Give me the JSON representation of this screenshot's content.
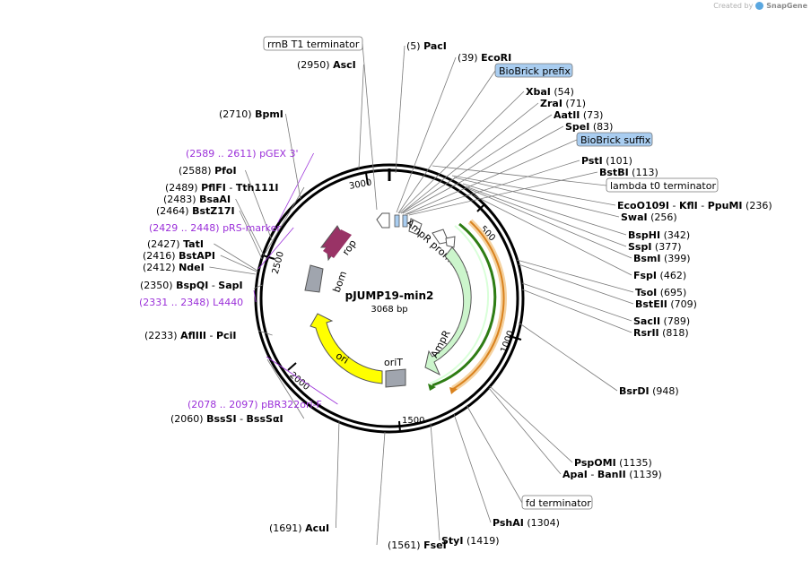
{
  "branding": {
    "created_by": "Created by",
    "product": "SnapGene"
  },
  "plasmid": {
    "name": "pJUMP19-min2",
    "size": "3068 bp"
  },
  "tick_labels": [
    "3000",
    "500",
    "2500",
    "1000",
    "2000",
    "1500"
  ],
  "enzymes": [
    {
      "id": "e1",
      "pos": "(5)",
      "name": "PacI",
      "color": "#000000"
    },
    {
      "id": "e2",
      "pos": "(39)",
      "name": "EcoRI",
      "color": "#000000"
    },
    {
      "id": "e3",
      "label": "BioBrick prefix",
      "fill": "#a9cdf0"
    },
    {
      "id": "e4",
      "pos": "(54)",
      "name": "XbaI",
      "color": "#000000"
    },
    {
      "id": "e5",
      "pos": "(71)",
      "name": "ZraI",
      "color": "#000000"
    },
    {
      "id": "e6",
      "pos": "(73)",
      "name": "AatII",
      "color": "#000000"
    },
    {
      "id": "e7",
      "pos": "(83)",
      "name": "SpeI",
      "color": "#000000"
    },
    {
      "id": "e8",
      "label": "BioBrick suffix",
      "fill": "#a9cdf0"
    },
    {
      "id": "e9",
      "pos": "(101)",
      "name": "PstI",
      "color": "#000000"
    },
    {
      "id": "e10",
      "pos": "(113)",
      "name": "BstBI",
      "color": "#000000"
    },
    {
      "id": "e11",
      "label": "lambda t0 terminator",
      "fill": "#ffffff"
    },
    {
      "id": "e12",
      "pos": "(236)",
      "name": "EcoO109I",
      "name2": "KflI",
      "name3": "PpuMI",
      "color": "#000000"
    },
    {
      "id": "e13",
      "pos": "(256)",
      "name": "SwaI",
      "color": "#000000"
    },
    {
      "id": "e14",
      "pos": "(342)",
      "name": "BspHI",
      "color": "#000000"
    },
    {
      "id": "e15",
      "pos": "(377)",
      "name": "SspI",
      "color": "#000000"
    },
    {
      "id": "e16",
      "pos": "(399)",
      "name": "BsmI",
      "color": "#000000"
    },
    {
      "id": "e17",
      "pos": "(462)",
      "name": "FspI",
      "color": "#000000"
    },
    {
      "id": "e18",
      "pos": "(695)",
      "name": "TsoI",
      "color": "#000000"
    },
    {
      "id": "e19",
      "pos": "(709)",
      "name": "BstEII",
      "color": "#000000"
    },
    {
      "id": "e20",
      "pos": "(789)",
      "name": "SacII",
      "color": "#000000"
    },
    {
      "id": "e21",
      "pos": "(818)",
      "name": "RsrII",
      "color": "#000000"
    },
    {
      "id": "e22",
      "pos": "(948)",
      "name": "BsrDI",
      "color": "#000000"
    },
    {
      "id": "e23",
      "pos": "(1135)",
      "name": "PspOMI",
      "color": "#000000"
    },
    {
      "id": "e24",
      "pos": "(1139)",
      "name": "ApaI",
      "name2": "BanII",
      "color": "#000000"
    },
    {
      "id": "e25",
      "label": "fd terminator",
      "fill": "#ffffff"
    },
    {
      "id": "e26",
      "pos": "(1304)",
      "name": "PshAI",
      "color": "#000000"
    },
    {
      "id": "e27",
      "pos": "(1419)",
      "name": "StyI",
      "color": "#000000"
    },
    {
      "id": "e28",
      "pos": "(1561)",
      "name": "FseI",
      "color": "#000000"
    },
    {
      "id": "e29",
      "pos": "(1691)",
      "name": "AcuI",
      "color": "#000000"
    },
    {
      "id": "e30",
      "pos": "(2060)",
      "name": "BssSI",
      "name2": "BssSαI",
      "color": "#000000"
    },
    {
      "id": "e31",
      "pos": "(2078 .. 2097)",
      "name": "pBR322ori-F",
      "color": "#9b30d9"
    },
    {
      "id": "e32",
      "pos": "(2233)",
      "name": "AflIII",
      "name2": "PciI",
      "color": "#000000"
    },
    {
      "id": "e33",
      "pos": "(2331 .. 2348)",
      "name": "L4440",
      "color": "#9b30d9"
    },
    {
      "id": "e34",
      "pos": "(2350)",
      "name": "BspQI",
      "name2": "SapI",
      "color": "#000000"
    },
    {
      "id": "e35",
      "pos": "(2412)",
      "name": "NdeI",
      "color": "#000000"
    },
    {
      "id": "e36",
      "pos": "(2416)",
      "name": "BstAPI",
      "color": "#000000"
    },
    {
      "id": "e37",
      "pos": "(2427)",
      "name": "TatI",
      "color": "#000000"
    },
    {
      "id": "e38",
      "pos": "(2429 .. 2448)",
      "name": "pRS-marker",
      "color": "#9b30d9"
    },
    {
      "id": "e39",
      "pos": "(2464)",
      "name": "BstZ17I",
      "color": "#000000"
    },
    {
      "id": "e40",
      "pos": "(2483)",
      "name": "BsaAI",
      "color": "#000000"
    },
    {
      "id": "e41",
      "pos": "(2489)",
      "name": "PflFI",
      "name2": "Tth111I",
      "color": "#000000"
    },
    {
      "id": "e42",
      "pos": "(2588)",
      "name": "PfoI",
      "color": "#000000"
    },
    {
      "id": "e43",
      "pos": "(2589 .. 2611)",
      "name": "pGEX 3'",
      "color": "#9b30d9"
    },
    {
      "id": "e44",
      "pos": "(2710)",
      "name": "BpmI",
      "color": "#000000"
    },
    {
      "id": "e45",
      "pos": "(2950)",
      "name": "AscI",
      "color": "#000000"
    },
    {
      "id": "e46",
      "label": "rrnB T1 terminator",
      "fill": "#ffffff"
    }
  ],
  "features": [
    {
      "id": "f1",
      "name": "AmpR promoter",
      "color": "#ffffff"
    },
    {
      "id": "f2",
      "name": "AmpR",
      "color": "#ccf5cc"
    },
    {
      "id": "f3",
      "name": "oriT",
      "color": "#a0a5ae"
    },
    {
      "id": "f4",
      "name": "ori",
      "color": "#ffff00"
    },
    {
      "id": "f5",
      "name": "bom",
      "color": "#a0a5ae"
    },
    {
      "id": "f6",
      "name": "rop",
      "color": "#993366"
    }
  ]
}
